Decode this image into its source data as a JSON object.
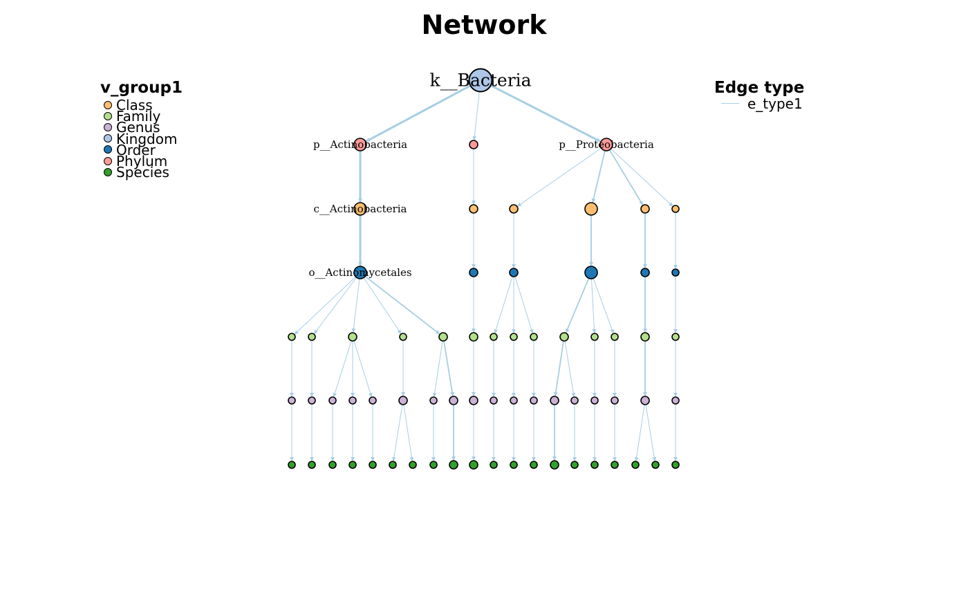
{
  "title": "Network",
  "legend_groups": {
    "title": "v_group1",
    "items": [
      {
        "label": "Class",
        "color": "#fdbf6f"
      },
      {
        "label": "Family",
        "color": "#b2df8a"
      },
      {
        "label": "Genus",
        "color": "#cab2d6"
      },
      {
        "label": "Kingdom",
        "color": "#aec7e8"
      },
      {
        "label": "Order",
        "color": "#1f78b4"
      },
      {
        "label": "Phylum",
        "color": "#fb9a99"
      },
      {
        "label": "Species",
        "color": "#33a02c"
      }
    ]
  },
  "legend_edges": {
    "title": "Edge type",
    "items": [
      {
        "label": "e_type1",
        "color": "#a6cee3"
      }
    ]
  },
  "network": {
    "nodes": [
      {
        "id": "n1",
        "group": "Kingdom",
        "label": "k__Bacteria",
        "size": "xl"
      },
      {
        "id": "p1",
        "group": "Phylum",
        "label": "p__Actinobacteria",
        "size": "m"
      },
      {
        "id": "p2",
        "group": "Phylum",
        "label": "",
        "size": "s"
      },
      {
        "id": "p3",
        "group": "Phylum",
        "label": "p__Proteobacteria",
        "size": "m"
      },
      {
        "id": "c1",
        "group": "Class",
        "label": "c__Actinobacteria",
        "size": "m"
      },
      {
        "id": "c2",
        "group": "Class",
        "label": "",
        "size": "s"
      },
      {
        "id": "c3",
        "group": "Class",
        "label": "",
        "size": "s"
      },
      {
        "id": "c4",
        "group": "Class",
        "label": "",
        "size": "m"
      },
      {
        "id": "c5",
        "group": "Class",
        "label": "",
        "size": "s"
      },
      {
        "id": "c6",
        "group": "Class",
        "label": "",
        "size": "xs"
      },
      {
        "id": "o1",
        "group": "Order",
        "label": "o__Actinomycetales",
        "size": "m"
      },
      {
        "id": "o2",
        "group": "Order",
        "label": "",
        "size": "s"
      },
      {
        "id": "o3",
        "group": "Order",
        "label": "",
        "size": "s"
      },
      {
        "id": "o4",
        "group": "Order",
        "label": "",
        "size": "m"
      },
      {
        "id": "o5",
        "group": "Order",
        "label": "",
        "size": "s"
      },
      {
        "id": "o6",
        "group": "Order",
        "label": "",
        "size": "xs"
      },
      {
        "id": "f1",
        "group": "Family",
        "label": "",
        "size": "xs"
      },
      {
        "id": "f2",
        "group": "Family",
        "label": "",
        "size": "xs"
      },
      {
        "id": "f3",
        "group": "Family",
        "label": "",
        "size": "s"
      },
      {
        "id": "f4",
        "group": "Family",
        "label": "",
        "size": "xs"
      },
      {
        "id": "f5",
        "group": "Family",
        "label": "",
        "size": "s"
      },
      {
        "id": "f6",
        "group": "Family",
        "label": "",
        "size": "s"
      },
      {
        "id": "f7",
        "group": "Family",
        "label": "",
        "size": "xs"
      },
      {
        "id": "f8",
        "group": "Family",
        "label": "",
        "size": "xs"
      },
      {
        "id": "f9",
        "group": "Family",
        "label": "",
        "size": "xs"
      },
      {
        "id": "f10",
        "group": "Family",
        "label": "",
        "size": "s"
      },
      {
        "id": "f11",
        "group": "Family",
        "label": "",
        "size": "xs"
      },
      {
        "id": "f12",
        "group": "Family",
        "label": "",
        "size": "xs"
      },
      {
        "id": "f13",
        "group": "Family",
        "label": "",
        "size": "s"
      },
      {
        "id": "f14",
        "group": "Family",
        "label": "",
        "size": "xs"
      },
      {
        "id": "g1",
        "group": "Genus",
        "label": "",
        "size": "xs"
      },
      {
        "id": "g2",
        "group": "Genus",
        "label": "",
        "size": "xs"
      },
      {
        "id": "g3",
        "group": "Genus",
        "label": "",
        "size": "xs"
      },
      {
        "id": "g4",
        "group": "Genus",
        "label": "",
        "size": "xs"
      },
      {
        "id": "g5",
        "group": "Genus",
        "label": "",
        "size": "xs"
      },
      {
        "id": "g6",
        "group": "Genus",
        "label": "",
        "size": "s"
      },
      {
        "id": "g7",
        "group": "Genus",
        "label": "",
        "size": "xs"
      },
      {
        "id": "g8",
        "group": "Genus",
        "label": "",
        "size": "s"
      },
      {
        "id": "g9",
        "group": "Genus",
        "label": "",
        "size": "s"
      },
      {
        "id": "g10",
        "group": "Genus",
        "label": "",
        "size": "xs"
      },
      {
        "id": "g11",
        "group": "Genus",
        "label": "",
        "size": "xs"
      },
      {
        "id": "g12",
        "group": "Genus",
        "label": "",
        "size": "xs"
      },
      {
        "id": "g13",
        "group": "Genus",
        "label": "",
        "size": "s"
      },
      {
        "id": "g14",
        "group": "Genus",
        "label": "",
        "size": "xs"
      },
      {
        "id": "g15",
        "group": "Genus",
        "label": "",
        "size": "xs"
      },
      {
        "id": "g16",
        "group": "Genus",
        "label": "",
        "size": "xs"
      },
      {
        "id": "g17",
        "group": "Genus",
        "label": "",
        "size": "s"
      },
      {
        "id": "g18",
        "group": "Genus",
        "label": "",
        "size": "xs"
      },
      {
        "id": "s1",
        "group": "Species",
        "label": "",
        "size": "xs"
      },
      {
        "id": "s2",
        "group": "Species",
        "label": "",
        "size": "xs"
      },
      {
        "id": "s3",
        "group": "Species",
        "label": "",
        "size": "xs"
      },
      {
        "id": "s4",
        "group": "Species",
        "label": "",
        "size": "xs"
      },
      {
        "id": "s5",
        "group": "Species",
        "label": "",
        "size": "xs"
      },
      {
        "id": "s6",
        "group": "Species",
        "label": "",
        "size": "xs"
      },
      {
        "id": "s7",
        "group": "Species",
        "label": "",
        "size": "xs"
      },
      {
        "id": "s8",
        "group": "Species",
        "label": "",
        "size": "xs"
      },
      {
        "id": "s9",
        "group": "Species",
        "label": "",
        "size": "s"
      },
      {
        "id": "s10",
        "group": "Species",
        "label": "",
        "size": "s"
      },
      {
        "id": "s11",
        "group": "Species",
        "label": "",
        "size": "xs"
      },
      {
        "id": "s12",
        "group": "Species",
        "label": "",
        "size": "xs"
      },
      {
        "id": "s13",
        "group": "Species",
        "label": "",
        "size": "xs"
      },
      {
        "id": "s14",
        "group": "Species",
        "label": "",
        "size": "s"
      },
      {
        "id": "s15",
        "group": "Species",
        "label": "",
        "size": "xs"
      },
      {
        "id": "s16",
        "group": "Species",
        "label": "",
        "size": "xs"
      },
      {
        "id": "s17",
        "group": "Species",
        "label": "",
        "size": "xs"
      },
      {
        "id": "s18",
        "group": "Species",
        "label": "",
        "size": "xs"
      },
      {
        "id": "s19",
        "group": "Species",
        "label": "",
        "size": "xs"
      },
      {
        "id": "s20",
        "group": "Species",
        "label": "",
        "size": "xs"
      }
    ],
    "edges": [
      [
        "n1",
        "p1",
        "thick"
      ],
      [
        "n1",
        "p2",
        "thin"
      ],
      [
        "n1",
        "p3",
        "thick"
      ],
      [
        "p1",
        "c1",
        "thick"
      ],
      [
        "p2",
        "c2",
        "thin"
      ],
      [
        "p3",
        "c3",
        "thin"
      ],
      [
        "p3",
        "c4",
        "med"
      ],
      [
        "p3",
        "c5",
        "med"
      ],
      [
        "p3",
        "c6",
        "thin"
      ],
      [
        "c1",
        "o1",
        "thick"
      ],
      [
        "c2",
        "o2",
        "thin"
      ],
      [
        "c3",
        "o3",
        "thin"
      ],
      [
        "c4",
        "o4",
        "med"
      ],
      [
        "c5",
        "o5",
        "med"
      ],
      [
        "c6",
        "o6",
        "thin"
      ],
      [
        "o1",
        "f1",
        "thin"
      ],
      [
        "o1",
        "f2",
        "thin"
      ],
      [
        "o1",
        "f3",
        "thin"
      ],
      [
        "o1",
        "f4",
        "thin"
      ],
      [
        "o1",
        "f5",
        "med"
      ],
      [
        "o2",
        "f6",
        "thin"
      ],
      [
        "o3",
        "f7",
        "thin"
      ],
      [
        "o3",
        "f8",
        "thin"
      ],
      [
        "o3",
        "f9",
        "thin"
      ],
      [
        "o4",
        "f10",
        "med"
      ],
      [
        "o4",
        "f11",
        "thin"
      ],
      [
        "o4",
        "f12",
        "thin"
      ],
      [
        "o5",
        "f13",
        "med"
      ],
      [
        "o6",
        "f14",
        "thin"
      ],
      [
        "f1",
        "g1",
        "thin"
      ],
      [
        "f2",
        "g2",
        "thin"
      ],
      [
        "f3",
        "g3",
        "thin"
      ],
      [
        "f3",
        "g4",
        "thin"
      ],
      [
        "f3",
        "g5",
        "thin"
      ],
      [
        "f4",
        "g6",
        "thin"
      ],
      [
        "f5",
        "g7",
        "thin"
      ],
      [
        "f5",
        "g8",
        "med"
      ],
      [
        "f6",
        "g9",
        "thin"
      ],
      [
        "f7",
        "g10",
        "thin"
      ],
      [
        "f8",
        "g11",
        "thin"
      ],
      [
        "f9",
        "g12",
        "thin"
      ],
      [
        "f10",
        "g13",
        "med"
      ],
      [
        "f10",
        "g14",
        "thin"
      ],
      [
        "f11",
        "g15",
        "thin"
      ],
      [
        "f12",
        "g16",
        "thin"
      ],
      [
        "f13",
        "g17",
        "med"
      ],
      [
        "f14",
        "g18",
        "thin"
      ],
      [
        "g1",
        "s1",
        "thin"
      ],
      [
        "g2",
        "s2",
        "thin"
      ],
      [
        "g3",
        "s3",
        "thin"
      ],
      [
        "g4",
        "s4",
        "thin"
      ],
      [
        "g5",
        "s5",
        "thin"
      ],
      [
        "g6",
        "s6",
        "thin"
      ],
      [
        "g6",
        "s7",
        "thin"
      ],
      [
        "g7",
        "s8",
        "thin"
      ],
      [
        "g8",
        "s9",
        "med"
      ],
      [
        "g9",
        "s10",
        "thin"
      ],
      [
        "g10",
        "s11",
        "thin"
      ],
      [
        "g11",
        "s12",
        "thin"
      ],
      [
        "g12",
        "s13",
        "thin"
      ],
      [
        "g13",
        "s14",
        "med"
      ],
      [
        "g14",
        "s15",
        "thin"
      ],
      [
        "g15",
        "s16",
        "thin"
      ],
      [
        "g16",
        "s17",
        "thin"
      ],
      [
        "g17",
        "s18",
        "thin"
      ],
      [
        "g17",
        "s19",
        "thin"
      ],
      [
        "g18",
        "s20",
        "thin"
      ]
    ]
  }
}
